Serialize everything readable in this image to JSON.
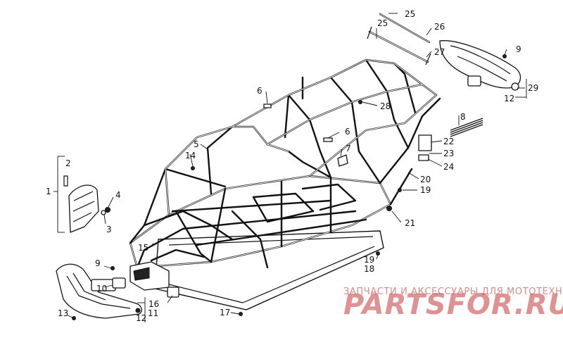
{
  "callouts": {
    "c1": "1",
    "c2": "2",
    "c3": "3",
    "c4": "4",
    "c5": "5",
    "c6a": "6",
    "c6b": "6",
    "c7": "7",
    "c8": "8",
    "c9a": "9",
    "c9b": "9",
    "c10": "10",
    "c11": "11",
    "c12a": "12",
    "c12b": "12",
    "c13": "13",
    "c14": "14",
    "c15": "15",
    "c16": "16",
    "c17": "17",
    "c18": "18",
    "c19a": "19",
    "c19b": "19",
    "c20": "20",
    "c21": "21",
    "c22": "22",
    "c23": "23",
    "c24": "24",
    "c25a": "25",
    "c25b": "25",
    "c26": "26",
    "c27": "27",
    "c28": "28",
    "c29": "29"
  },
  "watermark": {
    "tagline": "ЗАПЧАСТИ И АКСЕССУАРЫ ДЛЯ МОТОТЕХНИКИ",
    "brand": "PARTSFOR.RU"
  }
}
